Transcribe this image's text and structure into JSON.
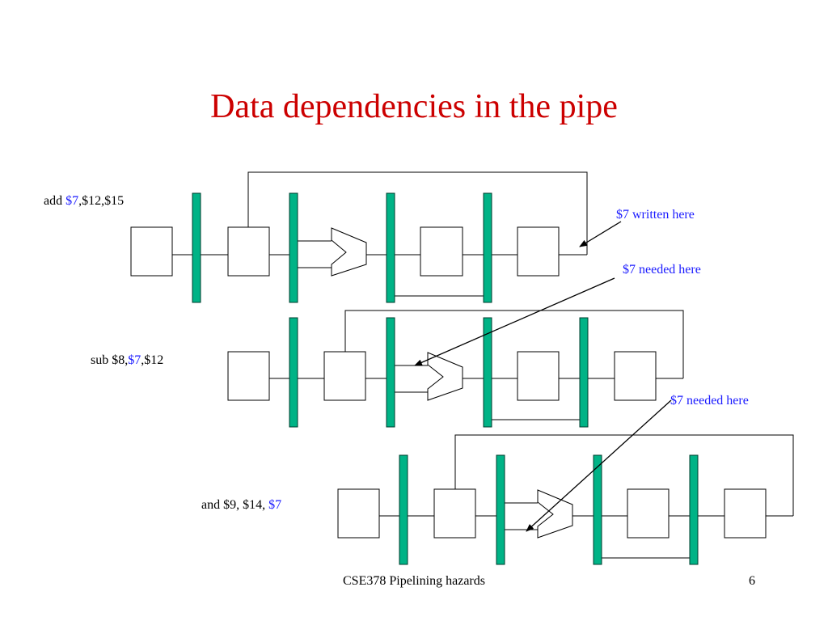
{
  "slide": {
    "title": "Data dependencies in the pipe",
    "footer": "CSE378 Pipelining hazards",
    "page_number": "6"
  },
  "instructions": [
    {
      "pre": "add ",
      "reg": "$7",
      "post": ",$12,$15"
    },
    {
      "pre": "sub $8,",
      "reg": "$7",
      "post": ",$12"
    },
    {
      "pre": "and $9, $14, ",
      "reg": "$7",
      "post": ""
    }
  ],
  "annotations": {
    "written": "$7 written here",
    "needed_sub": "$7 needed here",
    "needed_and": "$7 needed here"
  },
  "colors": {
    "title": "#cc0000",
    "register_highlight": "#1a1aff",
    "pipeline_latch": "#00b386"
  }
}
